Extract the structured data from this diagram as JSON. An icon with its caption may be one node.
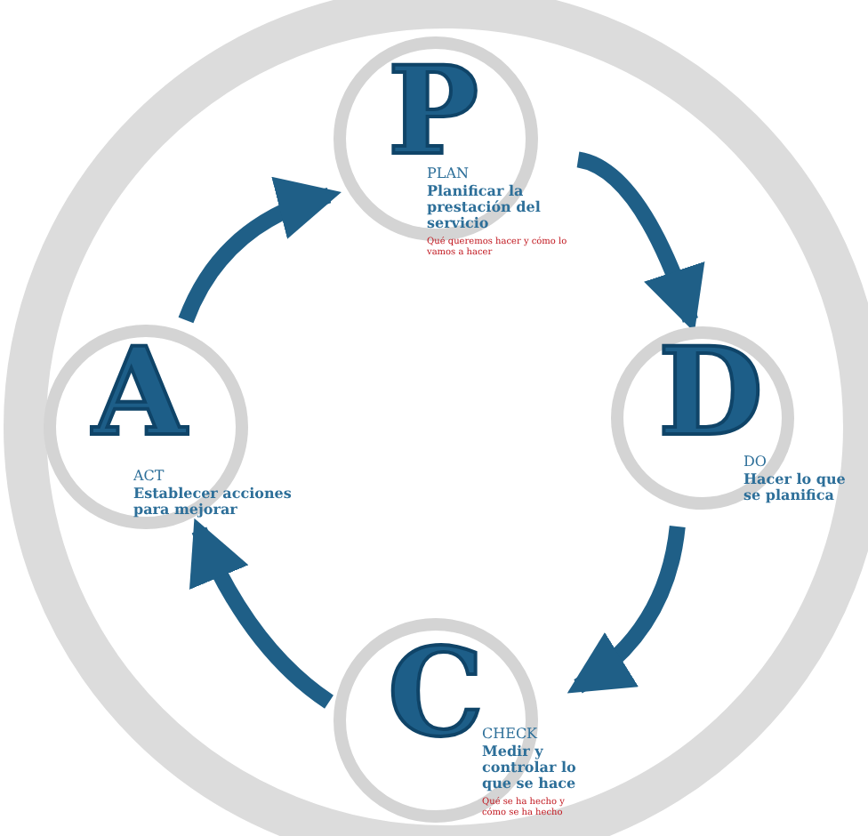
{
  "diagram": {
    "nodes": [
      {
        "text": [
          "P",
          "PLAN",
          "Planificar la prestación del servicio",
          "Qué queremos hacer y cómo lo vamos a hacer"
        ]
      },
      {
        "text": [
          "D",
          "DO",
          "Hacer lo que se planifica"
        ]
      },
      {
        "text": [
          "C",
          "CHECK",
          "Medir y controlar lo que se hace",
          "Qué se ha hecho y cómo se ha hecho"
        ]
      },
      {
        "text": [
          "A",
          "ACT",
          "Establecer acciones para mejorar"
        ]
      }
    ],
    "edges": [
      {
        "from": 0,
        "to": 1,
        "arrow": "to"
      },
      {
        "from": 1,
        "to": 2,
        "arrow": "to"
      },
      {
        "from": 2,
        "to": 3,
        "arrow": "to"
      },
      {
        "from": 3,
        "to": 0,
        "arrow": "to"
      }
    ]
  }
}
